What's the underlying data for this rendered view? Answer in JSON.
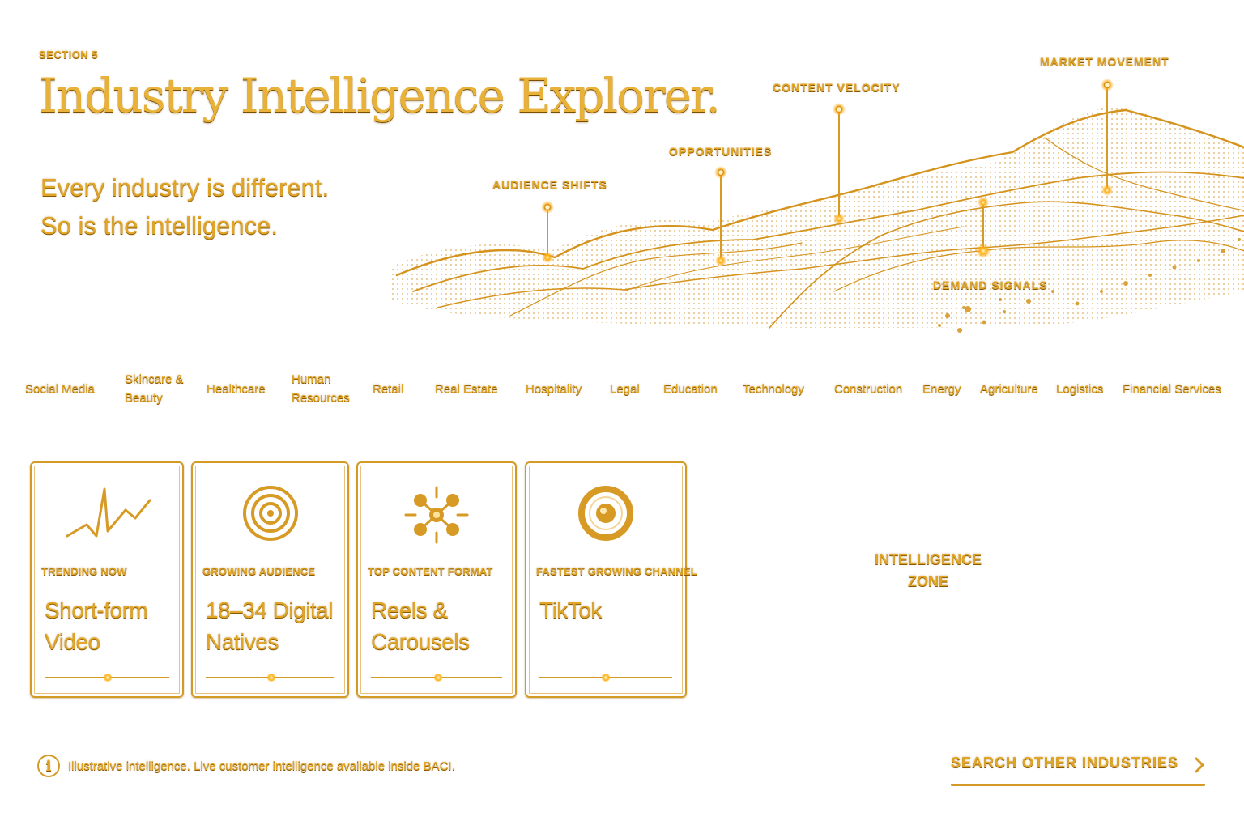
{
  "header": {
    "section_label": "SECTION 5",
    "title": "Industry Intelligence Explorer.",
    "tagline_line1": "Every industry is different.",
    "tagline_line2": "So is the intelligence."
  },
  "landscape": {
    "markers": [
      {
        "label": "AUDIENCE SHIFTS"
      },
      {
        "label": "OPPORTUNITIES"
      },
      {
        "label": "CONTENT VELOCITY"
      },
      {
        "label": "MARKET MOVEMENT"
      },
      {
        "label": "DEMAND SIGNALS"
      }
    ]
  },
  "industries": [
    {
      "label": "Social Media"
    },
    {
      "label": "Skincare & Beauty"
    },
    {
      "label": "Healthcare"
    },
    {
      "label": "Human Resources"
    },
    {
      "label": "Retail"
    },
    {
      "label": "Real Estate"
    },
    {
      "label": "Hospitality"
    },
    {
      "label": "Legal"
    },
    {
      "label": "Education"
    },
    {
      "label": "Technology"
    },
    {
      "label": "Construction"
    },
    {
      "label": "Energy"
    },
    {
      "label": "Agriculture"
    },
    {
      "label": "Logistics"
    },
    {
      "label": "Financial Services"
    }
  ],
  "cards": [
    {
      "label": "TRENDING NOW",
      "value": "Short-form Video",
      "icon": "trend-line-icon"
    },
    {
      "label": "GROWING AUDIENCE",
      "value": "18–34 Digital Natives",
      "icon": "target-icon"
    },
    {
      "label": "TOP CONTENT FORMAT",
      "value": "Reels & Carousels",
      "icon": "network-nodes-icon"
    },
    {
      "label": "FASTEST GROWING CHANNEL",
      "value": "TikTok",
      "icon": "ring-dot-icon"
    }
  ],
  "zone": {
    "label": "INTELLIGENCE ZONE"
  },
  "footer": {
    "info_text": "Illustrative intelligence. Live customer intelligence available inside BACI.",
    "info_icon": "i",
    "search_label": "SEARCH OTHER INDUSTRIES"
  },
  "colors": {
    "accent_gold": "#d39a25",
    "highlight_gold": "#e0a526",
    "background": "#ffffff"
  }
}
